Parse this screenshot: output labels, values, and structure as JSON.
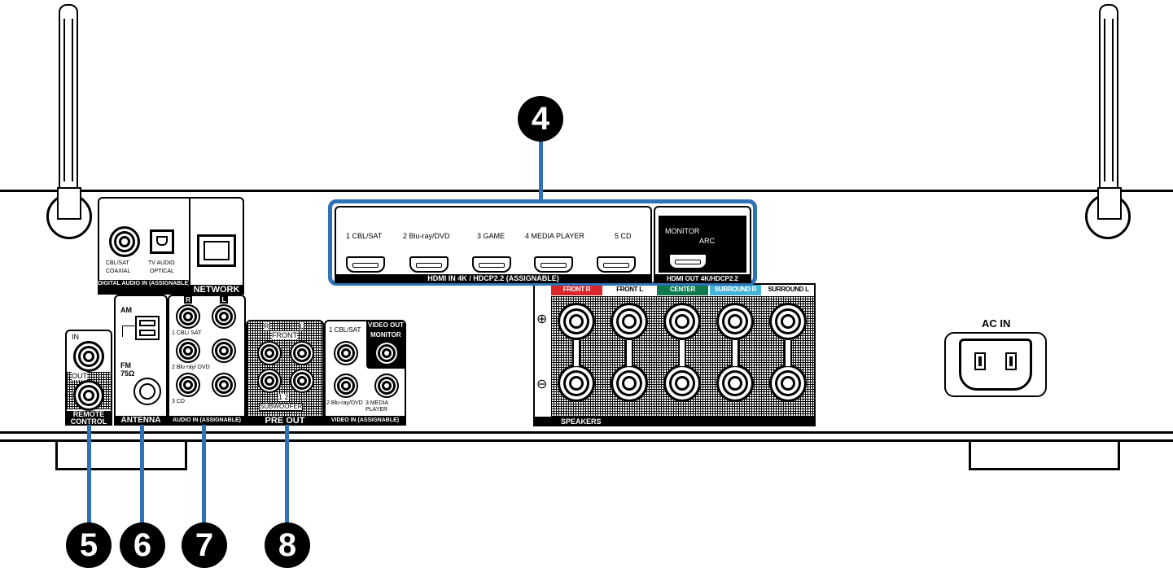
{
  "callouts": [
    "4",
    "5",
    "6",
    "7",
    "8"
  ],
  "digital_audio": {
    "coaxial_input": "CBL/SAT",
    "coaxial": "COAXIAL",
    "optical_input": "TV AUDIO",
    "optical": "OPTICAL",
    "section": "DIGITAL AUDIO IN (ASSIGNABLE)"
  },
  "network": {
    "section": "NETWORK"
  },
  "hdmi_in": {
    "inputs": [
      "1 CBL/SAT",
      "2 Blu-ray/DVD",
      "3 GAME",
      "4 MEDIA PLAYER",
      "5 CD"
    ],
    "section": "HDMI IN  4K / HDCP2.2 (ASSIGNABLE)"
  },
  "hdmi_out": {
    "monitor": "MONITOR",
    "arc": "ARC",
    "section": "HDMI OUT 4K/HDCP2.2"
  },
  "remote": {
    "in": "IN",
    "out": "OUT",
    "section": "REMOTE CONTROL"
  },
  "antenna": {
    "am": "AM",
    "fm": "FM",
    "fm_ohm": "75Ω",
    "section": "ANTENNA"
  },
  "audio_in": {
    "r": "R",
    "l": "L",
    "inputs": [
      "1 CBL/ SAT",
      "2 Blu-ray/ DVD",
      "3 CD"
    ],
    "section": "AUDIO IN (ASSIGNABLE)"
  },
  "pre_out": {
    "r": "R",
    "l": "L",
    "front": "FRONT",
    "sub_nums": "1  2",
    "subwoofer": "SUBWOOFER",
    "section": "PRE OUT"
  },
  "video": {
    "input1": "1 CBL/SAT",
    "video_out": "VIDEO OUT",
    "monitor": "MONITOR",
    "input2": "2 Blu-ray/DVD",
    "input3": "3 MEDIA PLAYER",
    "section": "VIDEO IN (ASSIGNABLE)"
  },
  "speakers": {
    "channels": [
      {
        "label": "FRONT R",
        "color": "#d8262b"
      },
      {
        "label": "FRONT L",
        "color": "#ffffff"
      },
      {
        "label": "CENTER",
        "color": "#0f7a4c"
      },
      {
        "label": "SURROUND R",
        "color": "#45b4d6"
      },
      {
        "label": "SURROUND L",
        "color": "#ffffff"
      }
    ],
    "plus": "⊕",
    "minus": "⊖",
    "section": "SPEAKERS"
  },
  "ac_in": {
    "label": "AC IN"
  },
  "colors": {
    "callout_line": "#2f72b8"
  }
}
